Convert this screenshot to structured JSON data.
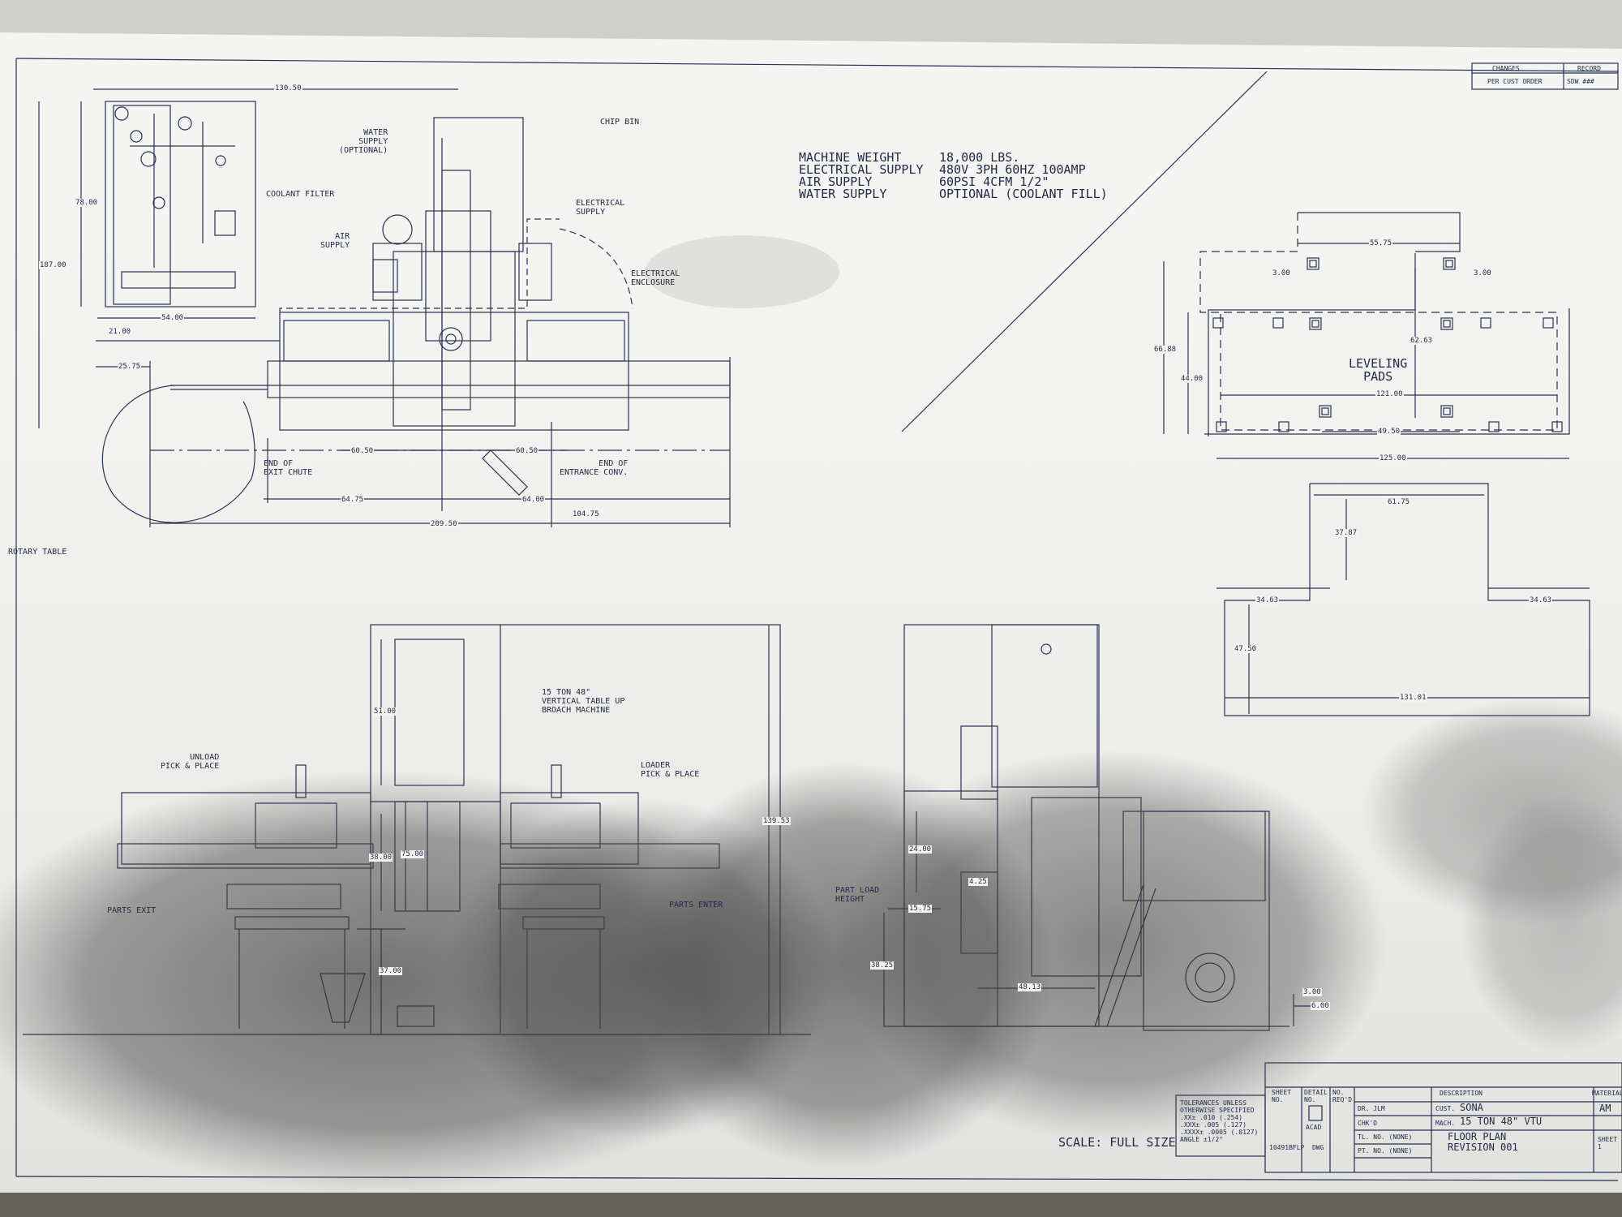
{
  "specs": {
    "lines": [
      {
        "label": "MACHINE WEIGHT",
        "value": "18,000 LBS."
      },
      {
        "label": "ELECTRICAL SUPPLY",
        "value": "480V 3PH 60HZ 100AMP"
      },
      {
        "label": "AIR SUPPLY",
        "value": "60PSI 4CFM 1/2\""
      },
      {
        "label": "WATER SUPPLY",
        "value": "OPTIONAL (COOLANT FILL)"
      }
    ]
  },
  "plan_view": {
    "labels": {
      "water_supply": "WATER\nSUPPLY\n(OPTIONAL)",
      "chip_bin": "CHIP BIN",
      "coolant_filter": "COOLANT FILTER",
      "air_supply": "AIR\nSUPPLY",
      "electrical_supply": "ELECTRICAL\nSUPPLY",
      "electrical_enclosure": "ELECTRICAL\nENCLOSURE",
      "end_exit_chute": "END OF\nEXIT CHUTE",
      "end_entrance_conv": "END OF\nENTRANCE CONV.",
      "rotary_table": "ROTARY TABLE"
    },
    "dims": {
      "d130_50": "130.50",
      "d78_00": "78.00",
      "d187_00": "187.00",
      "d54_00": "54.00",
      "d21_00": "21.00",
      "d25_75": "25.75",
      "d60_50a": "60.50",
      "d60_50b": "60.50",
      "d64_75": "64.75",
      "d64_00": "64.00",
      "d104_75": "104.75",
      "d209_50": "209.50"
    }
  },
  "leveling": {
    "title": "LEVELING\nPADS",
    "dims": {
      "d55_75": "55.75",
      "d3_00a": "3.00",
      "d3_00b": "3.00",
      "d66_88": "66.88",
      "d44_00": "44.00",
      "d62_63": "62.63",
      "d121_00": "121.00",
      "d49_50": "49.50",
      "d125_00": "125.00"
    }
  },
  "footprint": {
    "dims": {
      "d61_75": "61.75",
      "d37_87": "37.87",
      "d34_63a": "34.63",
      "d34_63b": "34.63",
      "d47_50": "47.50",
      "d131_01": "131.01"
    }
  },
  "front_view": {
    "labels": {
      "machine": "15 TON 48\"\nVERTICAL TABLE UP\nBROACH MACHINE",
      "unload": "UNLOAD\nPICK & PLACE",
      "loader": "LOADER\nPICK & PLACE",
      "parts_exit": "PARTS EXIT",
      "parts_enter": "PARTS ENTER"
    },
    "dims": {
      "d51_00": "51.00",
      "d38_00": "38.00",
      "d75_00": "75.00",
      "d37_00": "37.00",
      "d139_53": "139.53"
    }
  },
  "side_view": {
    "labels": {
      "part_load_height": "PART LOAD\nHEIGHT"
    },
    "dims": {
      "d24_00": "24.00",
      "d4_25": "4.25",
      "d15_75": "15.75",
      "d38_25": "38.25",
      "d48_13": "48.13",
      "d3_00": "3.00",
      "d6_00": "6.00"
    }
  },
  "title_block": {
    "changes_header": "CHANGES",
    "record_header": "RECORD",
    "change_entry": "PER CUST ORDER",
    "record_entry": "SDW ###",
    "scale": "SCALE: FULL SIZE",
    "tolerances": "TOLERANCES UNLESS\nOTHERWISE SPECIFIED\n.XX± .010 (.254)\n.XXX± .005 (.127)\n.XXXX± .0005 (.0127)\nANGLE ±1/2°",
    "sheet_no": "SHEET\nNO.",
    "detail_no": "DETAIL\nNO.",
    "no_reqd": "NO.\nREQ'D",
    "description": "DESCRIPTION",
    "material": "MATERIAL",
    "dr": "DR. JLM",
    "chkd": "CHK'D",
    "tl_no": "TL. NO. (NONE)",
    "pt_no": "PT. NO. (NONE)",
    "cust_label": "CUST.",
    "cust": "SONA",
    "mach_label": "MACH.",
    "mach": "15 TON 48\" VTU",
    "drawing_title": "FLOOR PLAN\nREVISION 001",
    "acad": "ACAD",
    "file": "10491BFLP  DWG",
    "material_value": "AM",
    "sheet_label": "SHEET\n1"
  }
}
